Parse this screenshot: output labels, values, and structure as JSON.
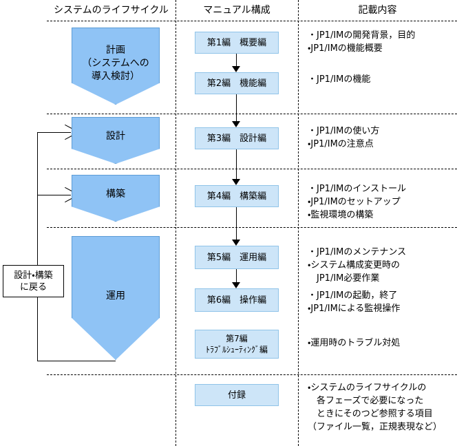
{
  "headers": [
    {
      "label": "システムのライフサイクル"
    },
    {
      "label": "マニュアル構成"
    },
    {
      "label": "記載内容"
    }
  ],
  "lifecycle": [
    {
      "label": "計画\n（システムへの\n導入検討）"
    },
    {
      "label": "設計"
    },
    {
      "label": "構築"
    },
    {
      "label": "運用"
    }
  ],
  "manuals": [
    {
      "label": "第1編　概要編"
    },
    {
      "label": "第2編　機能編"
    },
    {
      "label": "第3編　設計編"
    },
    {
      "label": "第4編　構築編"
    },
    {
      "label": "第5編　運用編"
    },
    {
      "label": "第6編　操作編"
    },
    {
      "label": "第7編\nﾄﾗﾌﾞﾙｼｭｰﾃｨﾝｸﾞ編"
    },
    {
      "label": "付録"
    }
  ],
  "descriptions": [
    {
      "text": "・JP1/IMの開発背景，目的\n・JP1/IMの機能概要"
    },
    {
      "text": "・JP1/IMの機能"
    },
    {
      "text": "・JP1/IMの使い方\n・JP1/IMの注意点"
    },
    {
      "text": "・JP1/IMのインストール\n・JP1/IMのセットアップ\n・監視環境の構築"
    },
    {
      "text": "・JP1/IMのメンテナンス\n・システム構成変更時の\n　JP1/IM必要作業"
    },
    {
      "text": "・JP1/IMの起動，終了\n・JP1/IMによる監視操作"
    },
    {
      "text": "・運用時のトラブル対処"
    },
    {
      "text": "・システムのライフサイクルの\n　各フェーズで必要になった\n　ときにそのつど参照する項目\n（ファイル一覧，正規表現など）"
    }
  ],
  "feedback": {
    "label": "設計・構築\nに戻る"
  },
  "colors": {
    "pentagon_fill": "#8FC3F5",
    "pentagon_border": "#5B9BD5",
    "box_fill": "#CDE5F8",
    "box_border": "#8FC3E8",
    "line": "#000000",
    "background": "#FFFFFF"
  }
}
